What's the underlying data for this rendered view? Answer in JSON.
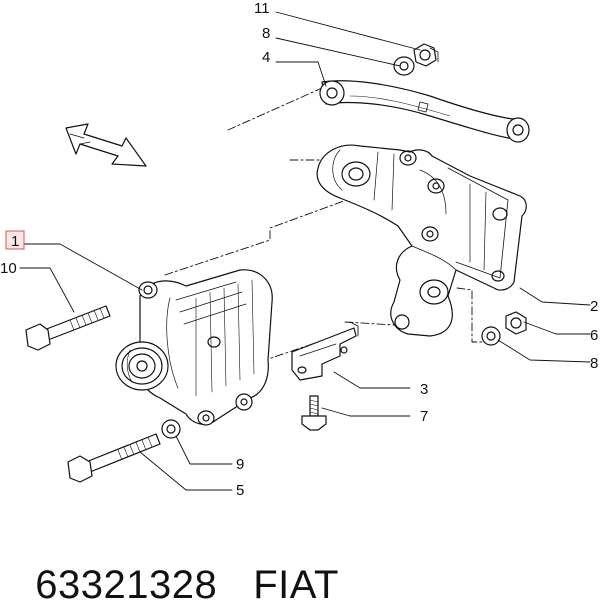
{
  "callouts": {
    "c1": "1",
    "c2": "2",
    "c3": "3",
    "c4": "4",
    "c5": "5",
    "c6": "6",
    "c7": "7",
    "c8a": "8",
    "c8b": "8",
    "c9": "9",
    "c10": "10",
    "c11": "11"
  },
  "caption": {
    "part_number": "63321328",
    "brand": "FIAT"
  },
  "colors": {
    "ink": "#111111",
    "highlight": "#d9534f",
    "highlight_fill": "#fde8e8"
  }
}
